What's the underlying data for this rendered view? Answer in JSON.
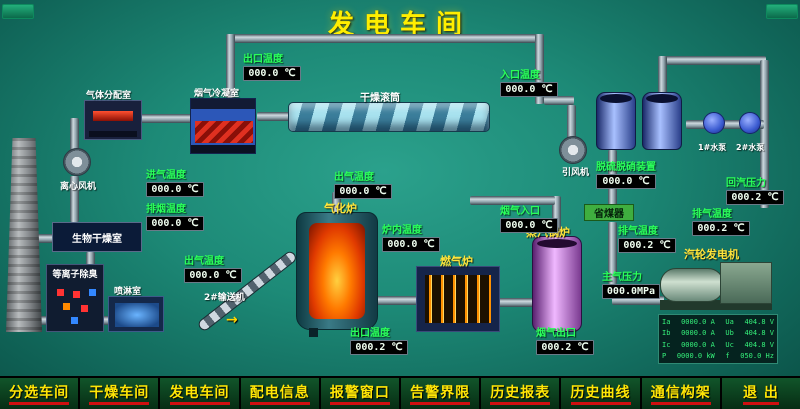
{
  "title": "发电车间",
  "equipment": {
    "gas_distribution": "气体分配室",
    "flue_condenser": "烟气冷凝室",
    "drying_drum": "干燥滚筒",
    "centrifugal_fan": "离心风机",
    "bio_drying_room": "生物干燥室",
    "plasma_deodor": "等离子除臭",
    "spray_room": "喷淋室",
    "gasifier": "气化炉",
    "conveyor2": "2#输送机",
    "conveyor_arrow": "→",
    "gas_furnace": "燃气炉",
    "steam_boiler": "蒸汽锅炉",
    "economizer": "省煤器",
    "induced_fan": "引风机",
    "turbine_gen": "汽轮发电机",
    "pump1": "1#水泵",
    "pump2": "2#水泵"
  },
  "displays": {
    "outlet_temp_top": {
      "label": "出口温度",
      "value": "000.0 ℃"
    },
    "inlet_temp": {
      "label": "入口温度",
      "value": "000.0 ℃"
    },
    "intake_temp": {
      "label": "进气温度",
      "value": "000.0 ℃"
    },
    "exhaust_air_temp": {
      "label": "排烟温度",
      "value": "000.0 ℃"
    },
    "outgas_temp_left": {
      "label": "出气温度",
      "value": "000.0 ℃"
    },
    "outgas_temp_mid": {
      "label": "出气温度",
      "value": "000.0 ℃"
    },
    "furnace_temp": {
      "label": "炉内温度",
      "value": "000.0 ℃"
    },
    "flue_inlet": {
      "label": "烟气入口",
      "value": "000.0 ℃"
    },
    "desulf_temp": {
      "label": "脱硫脱硝装置",
      "value": "000.0 ℃"
    },
    "exhaust_temp_1": {
      "label": "排气温度",
      "value": "000.2 ℃"
    },
    "main_steam_pressure": {
      "label": "主气压力",
      "value": "000.0MPa"
    },
    "exhaust_temp_2": {
      "label": "排气温度",
      "value": "000.2 ℃"
    },
    "inlet_steam_pressure": {
      "label": "回汽压力",
      "value": "000.2 ℃"
    },
    "furnace_outlet": {
      "label": "出口温度",
      "value": "000.2 ℃"
    },
    "flue_outlet": {
      "label": "烟气出口",
      "value": "000.2 ℃"
    }
  },
  "gen_table": {
    "rows": [
      [
        "Ia",
        "0000.0 A",
        "Ua",
        "404.8 V"
      ],
      [
        "Ib",
        "0000.0 A",
        "Ub",
        "404.8 V"
      ],
      [
        "Ic",
        "0000.0 A",
        "Uc",
        "404.8 V"
      ],
      [
        "P",
        "0000.0 kW",
        "f",
        "050.0 Hz"
      ]
    ]
  },
  "menu": {
    "items": [
      "分选车间",
      "干燥车间",
      "发电车间",
      "配电信息",
      "报警窗口",
      "告警界限",
      "历史报表",
      "历史曲线",
      "通信构架",
      "退 出"
    ]
  }
}
